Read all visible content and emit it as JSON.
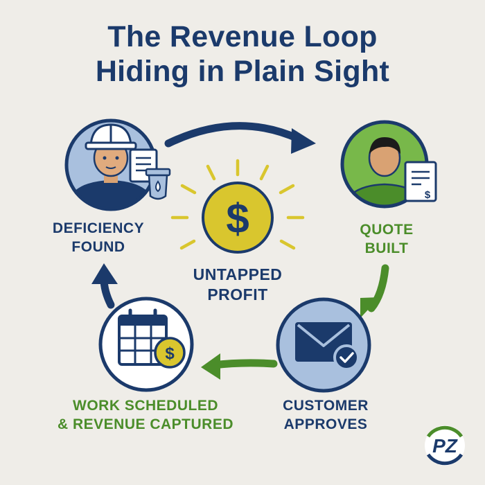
{
  "title": {
    "line1": "The Revenue Loop",
    "line2": "Hiding in Plain Sight"
  },
  "center": {
    "line1": "UNTAPPED",
    "line2": "PROFIT",
    "coin_symbol": "$"
  },
  "steps": [
    {
      "line1": "DEFICIENCY",
      "line2": "FOUND",
      "color": "#1b3a6b",
      "icon": "technician-icon"
    },
    {
      "line1": "QUOTE",
      "line2": "BUILT",
      "color": "#4b8d2a",
      "icon": "person-quote-icon"
    },
    {
      "line1": "CUSTOMER",
      "line2": "APPROVES",
      "color": "#1b3a6b",
      "icon": "envelope-check-icon"
    },
    {
      "line1": "WORK SCHEDULED",
      "line2": "& REVENUE CAPTURED",
      "color": "#4b8d2a",
      "icon": "calendar-coin-icon"
    }
  ],
  "small_symbols": {
    "dollar": "$"
  },
  "logo": {
    "text": "PZ"
  },
  "colors": {
    "navy": "#1b3a6b",
    "green": "#4b8d2a",
    "gold": "#d9c62e",
    "light_blue": "#a9c0de",
    "background": "#efede8"
  }
}
